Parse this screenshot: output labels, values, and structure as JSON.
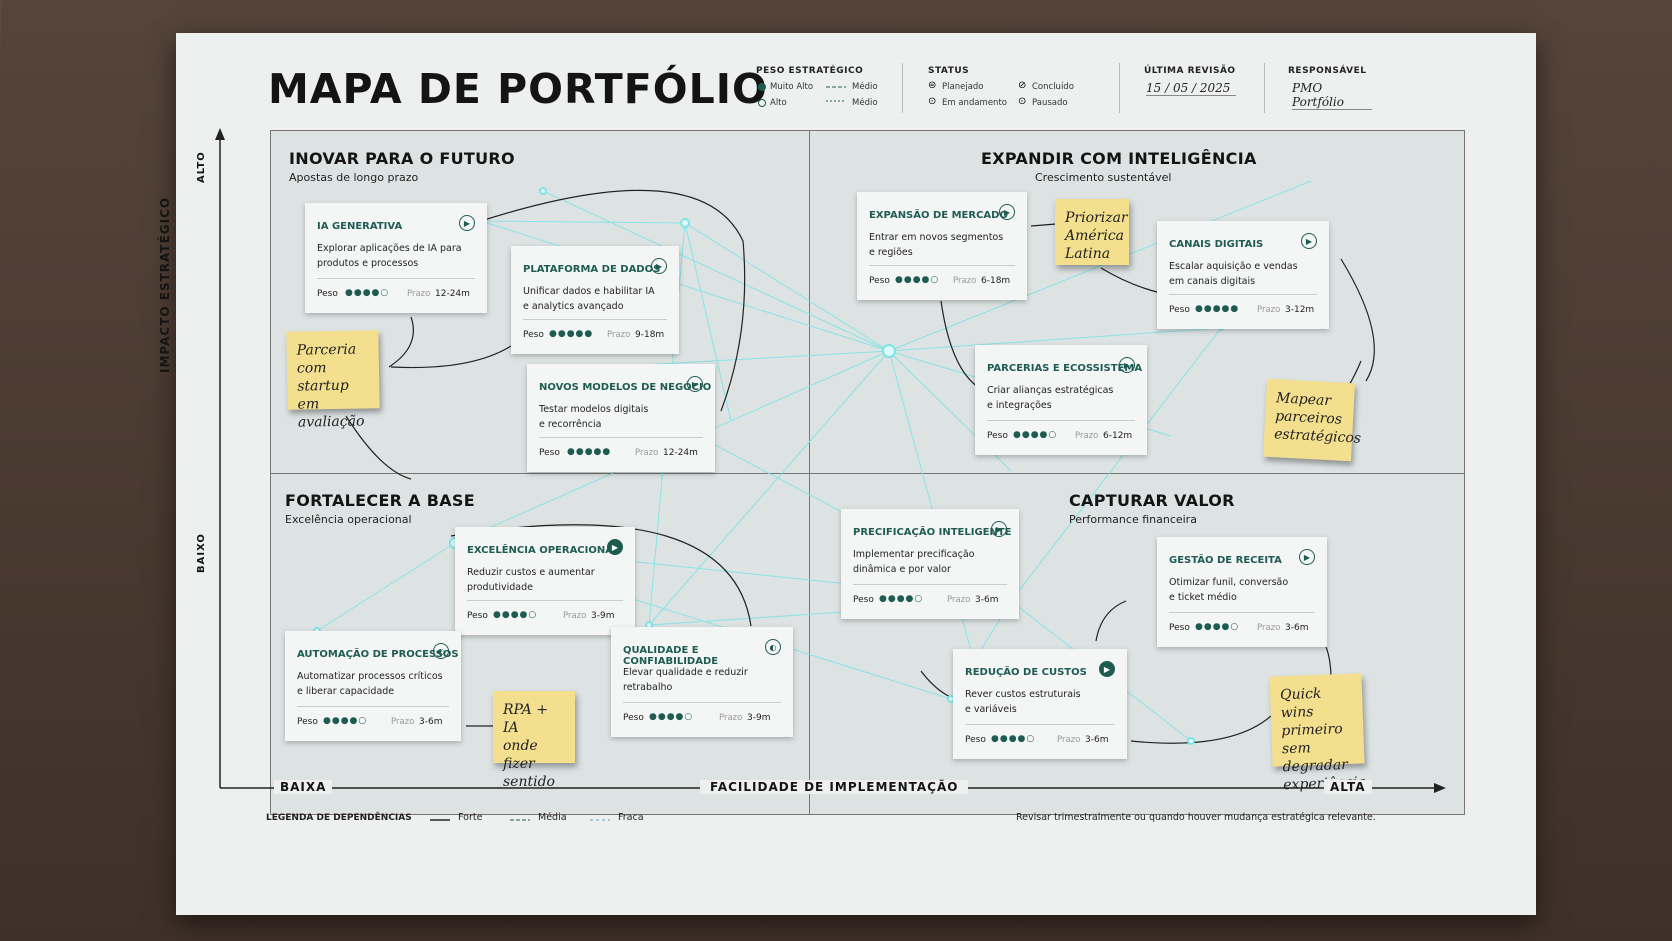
{
  "title": "MAPA DE PORTFÓLIO",
  "header": {
    "peso_label": "PESO ESTRATÉGICO",
    "peso_items": [
      "Muito Alto",
      "Alto",
      "Médio",
      "Médio"
    ],
    "status_label": "STATUS",
    "status_items": [
      "Planejado",
      "Em andamento",
      "Concluído",
      "Pausado"
    ],
    "revisao_label": "ÚLTIMA REVISÃO",
    "revisao_value": "15  /  05  /  2025",
    "responsavel_label": "RESPONSÁVEL",
    "responsavel_value": "PMO Portfólio"
  },
  "axes": {
    "y_title": "IMPACTO ESTRATÉGICO",
    "y_high": "ALTO",
    "y_low": "BAIXO",
    "x_title": "FACILIDADE DE IMPLEMENTAÇÃO",
    "x_low": "BAIXA",
    "x_high": "ALTA"
  },
  "quadrants": [
    {
      "title": "INOVAR PARA O FUTURO",
      "subtitle": "Apostas de longo prazo"
    },
    {
      "title": "EXPANDIR COM INTELIGÊNCIA",
      "subtitle": "Crescimento sustentável"
    },
    {
      "title": "FORTALECER A BASE",
      "subtitle": "Excelência operacional"
    },
    {
      "title": "CAPTURAR VALOR",
      "subtitle": "Performance financeira"
    }
  ],
  "cards": [
    {
      "title": "IA GENERATIVA",
      "desc1": "Explorar aplicações de IA para",
      "desc2": "produtos e processos",
      "peso": "Peso",
      "dots": "●●●●○",
      "prazo": "Prazo",
      "prazo_value": "12-24m",
      "icon": "▶"
    },
    {
      "title": "PLATAFORMA DE DADOS",
      "desc1": "Unificar dados e habilitar IA",
      "desc2": "e analytics avançado",
      "peso": "Peso",
      "dots": "●●●●●",
      "prazo": "Prazo",
      "prazo_value": "9-18m",
      "icon": "▶"
    },
    {
      "title": "NOVOS MODELOS DE NEGÓCIO",
      "desc1": "Testar modelos digitais",
      "desc2": "e recorrência",
      "peso": "Peso",
      "dots": "●●●●●",
      "prazo": "Prazo",
      "prazo_value": "12-24m",
      "icon": "▶"
    },
    {
      "title": "EXPANSÃO DE MERCADO",
      "desc1": "Entrar em novos segmentos",
      "desc2": "e regiões",
      "peso": "Peso",
      "dots": "●●●●○",
      "prazo": "Prazo",
      "prazo_value": "6-18m",
      "icon": "▶"
    },
    {
      "title": "CANAIS DIGITAIS",
      "desc1": "Escalar aquisição e vendas",
      "desc2": "em canais digitais",
      "peso": "Peso",
      "dots": "●●●●●",
      "prazo": "Prazo",
      "prazo_value": "3-12m",
      "icon": "▶"
    },
    {
      "title": "PARCERIAS E ECOSSISTEMA",
      "desc1": "Criar alianças estratégicas",
      "desc2": "e integrações",
      "peso": "Peso",
      "dots": "●●●●○",
      "prazo": "Prazo",
      "prazo_value": "6-12m",
      "icon": "▶"
    },
    {
      "title": "EXCELÊNCIA OPERACIONAL",
      "desc1": "Reduzir custos e aumentar",
      "desc2": "produtividade",
      "peso": "Peso",
      "dots": "●●●●○",
      "prazo": "Prazo",
      "prazo_value": "3-9m",
      "icon": "▶"
    },
    {
      "title": "AUTOMAÇÃO DE PROCESSOS",
      "desc1": "Automatizar processos críticos",
      "desc2": "e liberar capacidade",
      "peso": "Peso",
      "dots": "●●●●○",
      "prazo": "Prazo",
      "prazo_value": "3-6m",
      "icon": "◐"
    },
    {
      "title": "QUALIDADE E CONFIABILIDADE",
      "desc1": "Elevar qualidade e reduzir",
      "desc2": "retrabalho",
      "peso": "Peso",
      "dots": "●●●●○",
      "prazo": "Prazo",
      "prazo_value": "3-9m",
      "icon": "◐"
    },
    {
      "title": "PRECIFICAÇÃO INTELIGENTE",
      "desc1": "Implementar precificação",
      "desc2": "dinâmica e por valor",
      "peso": "Peso",
      "dots": "●●●●○",
      "prazo": "Prazo",
      "prazo_value": "3-6m",
      "icon": "▶"
    },
    {
      "title": "GESTÃO DE RECEITA",
      "desc1": "Otimizar funil, conversão",
      "desc2": "e ticket médio",
      "peso": "Peso",
      "dots": "●●●●○",
      "prazo": "Prazo",
      "prazo_value": "3-6m",
      "icon": "▶"
    },
    {
      "title": "REDUÇÃO DE CUSTOS",
      "desc1": "Rever custos estruturais",
      "desc2": "e variáveis",
      "peso": "Peso",
      "dots": "●●●●○",
      "prazo": "Prazo",
      "prazo_value": "3-6m",
      "icon": "▶"
    }
  ],
  "notes": [
    {
      "l1": "Parceria",
      "l2": "com startup",
      "l3": "em avaliação"
    },
    {
      "l1": "Priorizar",
      "l2": "América",
      "l3": "Latina"
    },
    {
      "l1": "Mapear",
      "l2": "parceiros",
      "l3": "estratégicos"
    },
    {
      "l1": "RPA + IA",
      "l2": "onde fizer",
      "l3": "sentido"
    },
    {
      "l1": "Quick wins",
      "l2": "primeiro",
      "l3": "sem degradar",
      "l4": "experiência"
    }
  ],
  "footer": {
    "legend_label": "LEGENDA DE DEPENDÊNCIAS",
    "strong": "Forte",
    "medium": "Média",
    "weak": "Fraca",
    "note": "Revisar trimestralmente ou quando houver mudança estratégica relevante."
  },
  "colors": {
    "accent": "#1e5c52",
    "glow": "#7fe3e6",
    "note": "#f3df8e"
  }
}
